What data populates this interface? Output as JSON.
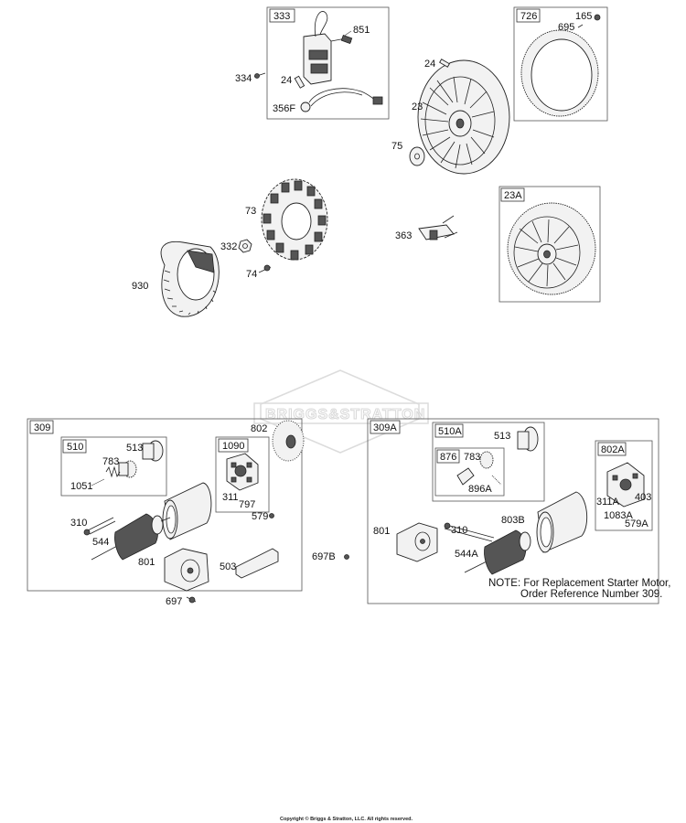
{
  "watermark": "BRIGGS&STRATTON",
  "copyright": "Copyright © Briggs & Stratton, LLC. All rights reserved.",
  "note_line1": "NOTE: For Replacement Starter Motor,",
  "note_line2": "Order Reference Number 309.",
  "boxes": {
    "b333": "333",
    "b726": "726",
    "b23A": "23A",
    "b309": "309",
    "b510": "510",
    "b1090": "1090",
    "b309A": "309A",
    "b510A": "510A",
    "b876": "876",
    "b802A": "802A"
  },
  "labels": {
    "l851": "851",
    "l334": "334",
    "l24a": "24",
    "l356F": "356F",
    "l24b": "24",
    "l23": "23",
    "l75": "75",
    "l695": "695",
    "l165": "165",
    "l73": "73",
    "l332": "332",
    "l74": "74",
    "l930": "930",
    "l363": "363",
    "l802": "802",
    "l513": "513",
    "l783": "783",
    "l1051": "1051",
    "l311": "311",
    "l797": "797",
    "l579": "579",
    "l310": "310",
    "l544": "544",
    "l801": "801",
    "l503": "503",
    "l697": "697",
    "l697B": "697B",
    "l513A": "513",
    "l783A": "783",
    "l896A": "896A",
    "l801A": "801",
    "l310A": "310",
    "l803B": "803B",
    "l544A": "544A",
    "l311A": "311A",
    "l403": "403",
    "l1083A": "1083A",
    "l579A": "579A"
  }
}
